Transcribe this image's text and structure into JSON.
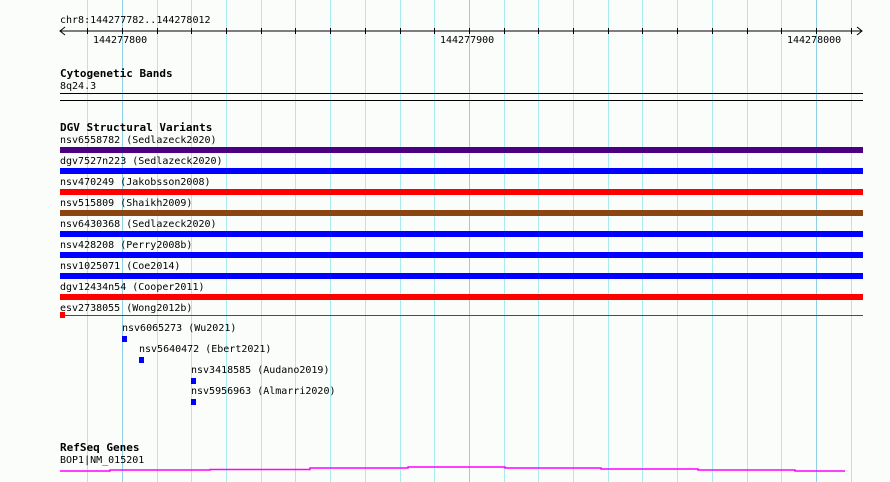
{
  "ruler": {
    "location": "chr8:144277782..144278012",
    "start": 144277782,
    "end": 144278012,
    "labels": [
      "144277800",
      "144277900",
      "144278000"
    ]
  },
  "cytobands": {
    "title": "Cytogenetic Bands",
    "band": "8q24.3"
  },
  "dgv": {
    "title": "DGV Structural Variants",
    "rows": [
      {
        "label": "nsv6558782 (Sedlazeck2020)",
        "color": "#4b0082"
      },
      {
        "label": "dgv7527n223 (Sedlazeck2020)",
        "color": "#0000ff"
      },
      {
        "label": "nsv470249 (Jakobsson2008)",
        "color": "#ff0000"
      },
      {
        "label": "nsv515809 (Shaikh2009)",
        "color": "#8b4513"
      },
      {
        "label": "nsv6430368 (Sedlazeck2020)",
        "color": "#0000ff"
      },
      {
        "label": "nsv428208 (Perry2008b)",
        "color": "#0000ff"
      },
      {
        "label": "nsv1025071 (Coe2014)",
        "color": "#0000ff"
      },
      {
        "label": "dgv12434n54 (Cooper2011)",
        "color": "#ff0000"
      },
      {
        "label": "esv2738055 (Wong2012b)",
        "color": "#ff0000"
      }
    ],
    "small": [
      {
        "label": "nsv6065273 (Wu2021)",
        "color": "#0000ff",
        "pos": 144277800
      },
      {
        "label": "nsv5640472 (Ebert2021)",
        "color": "#0000ff",
        "pos": 144277805
      },
      {
        "label": "nsv3418585 (Audano2019)",
        "color": "#0000ff",
        "pos": 144277820
      },
      {
        "label": "nsv5956963 (Almarri2020)",
        "color": "#0000ff",
        "pos": 144277820
      }
    ]
  },
  "refseq": {
    "title": "RefSeq Genes",
    "gene": "BOP1|NM_015201",
    "color": "#ff00ff"
  }
}
